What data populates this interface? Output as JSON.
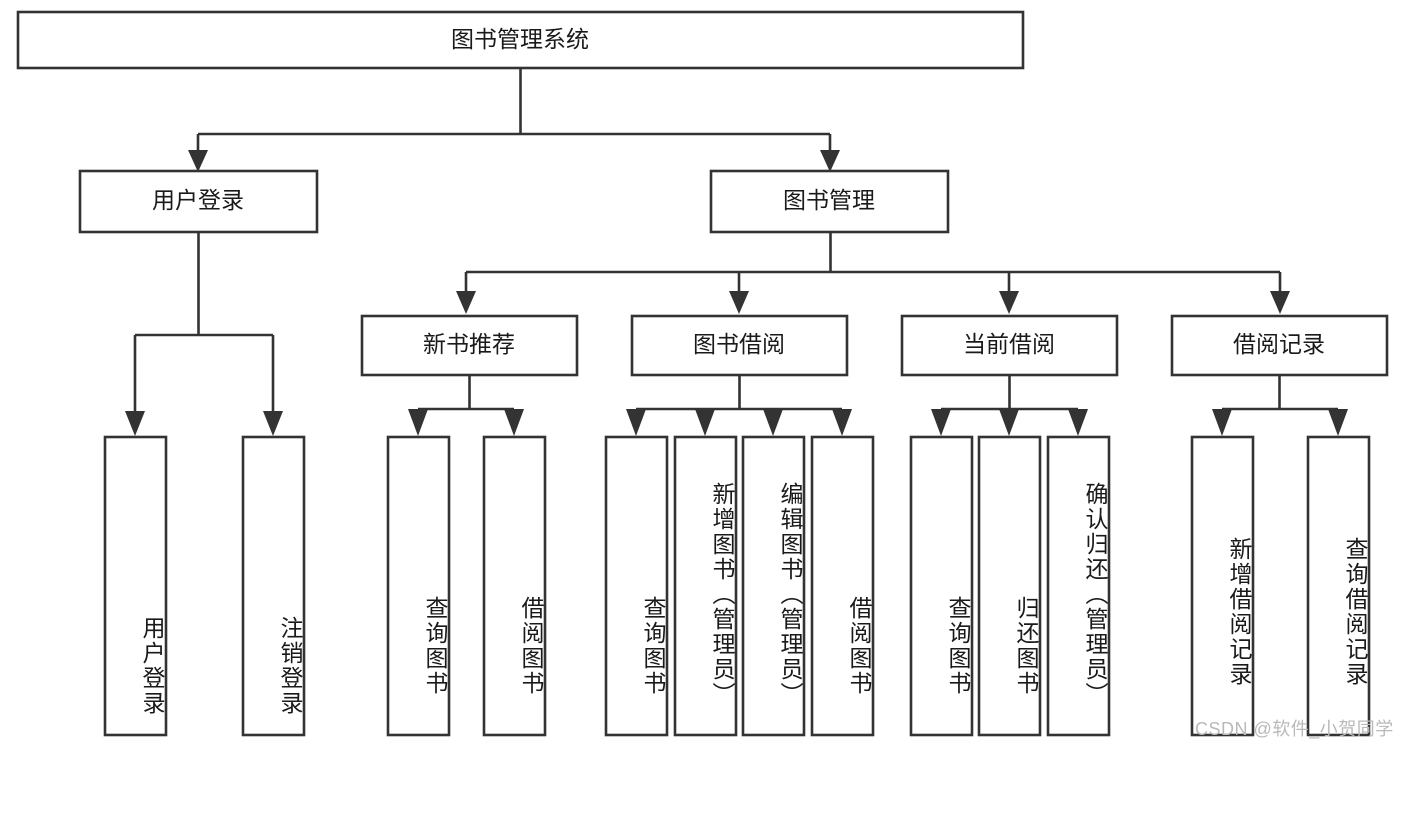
{
  "diagram": {
    "title": "图书管理系统",
    "watermark": "CSDN @软件_小贺同学",
    "colors": {
      "box_stroke": "#333333",
      "box_fill": "#ffffff",
      "text": "#1a1a1a",
      "background": "#ffffff",
      "watermark": "#b9b9b9"
    },
    "root": {
      "label": "图书管理系统"
    },
    "level2": [
      {
        "label": "用户登录"
      },
      {
        "label": "图书管理"
      }
    ],
    "level3": [
      {
        "label": "新书推荐"
      },
      {
        "label": "图书借阅"
      },
      {
        "label": "当前借阅"
      },
      {
        "label": "借阅记录"
      }
    ],
    "leaves": {
      "user_login": [
        {
          "label": "用户登录"
        },
        {
          "label": "注销登录"
        }
      ],
      "new_book_recommend": [
        {
          "label": "查询图书"
        },
        {
          "label": "借阅图书"
        }
      ],
      "book_borrow": [
        {
          "label": "查询图书"
        },
        {
          "label": "新增图书（管理员）"
        },
        {
          "label": "编辑图书（管理员）"
        },
        {
          "label": "借阅图书"
        }
      ],
      "current_borrow": [
        {
          "label": "查询图书"
        },
        {
          "label": "归还图书"
        },
        {
          "label": "确认归还（管理员）"
        }
      ],
      "borrow_record": [
        {
          "label": "新增借阅记录"
        },
        {
          "label": "查询借阅记录"
        }
      ]
    }
  }
}
